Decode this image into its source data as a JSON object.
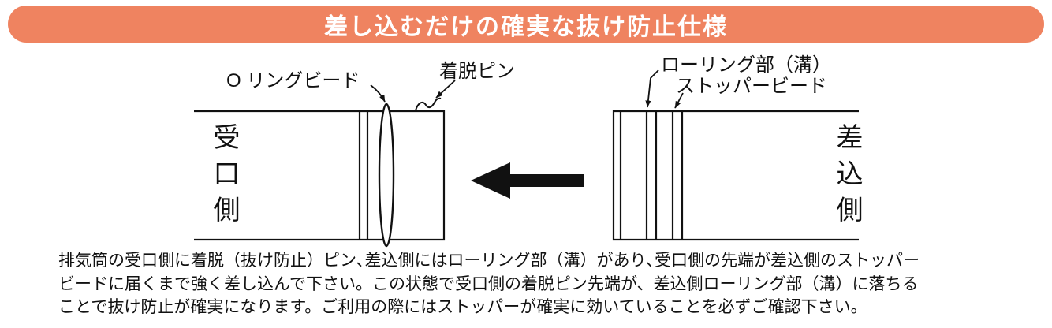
{
  "banner": {
    "title": "差し込むだけの確実な抜け防止仕様"
  },
  "colors": {
    "banner_bg": "#ef8360",
    "banner_text": "#ffffff",
    "line_color": "#111111"
  },
  "diagram": {
    "left_pipe": {
      "side_label": "受口側",
      "o_ring_label": "O リングビード",
      "pin_label": "着脱ピン"
    },
    "right_pipe": {
      "side_label": "差込側",
      "rolling_label": "ローリング部（溝）",
      "stopper_label": "ストッパービード"
    },
    "arrow_direction": "left"
  },
  "description": {
    "lines": [
      "排気筒の受口側に着脱（抜け防止）ピン､差込側にはローリング部（溝）があり､受口側の先端が差込側のストッパー",
      "ビードに届くまで強く差し込んで下さい。この状態で受口側の着脱ピン先端が、差込側ローリング部（溝）に落ちる",
      "ことで抜け防止が確実になります。ご利用の際にはストッパーが確実に効いていることを必ずご確認下さい。"
    ]
  }
}
